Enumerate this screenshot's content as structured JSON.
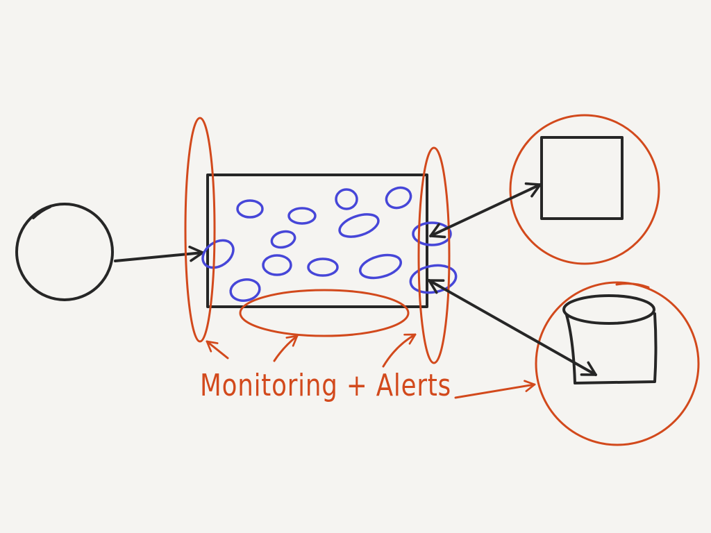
{
  "caption": "Monitoring + Alerts",
  "colors": {
    "background": "#f5f4f1",
    "ink": "#262626",
    "accent": "#d2491c",
    "components": "#4646d8"
  },
  "nodes": [
    {
      "name": "client-circle",
      "shape": "circle"
    },
    {
      "name": "system-box",
      "shape": "rectangle"
    },
    {
      "name": "square-component",
      "shape": "square"
    },
    {
      "name": "database-bucket",
      "shape": "cylinder"
    }
  ],
  "edges": [
    {
      "from": "client-circle",
      "to": "system-box",
      "direction": "forward"
    },
    {
      "from": "system-box",
      "to": "square-component",
      "direction": "both"
    },
    {
      "from": "system-box",
      "to": "database-bucket",
      "direction": "both"
    }
  ]
}
